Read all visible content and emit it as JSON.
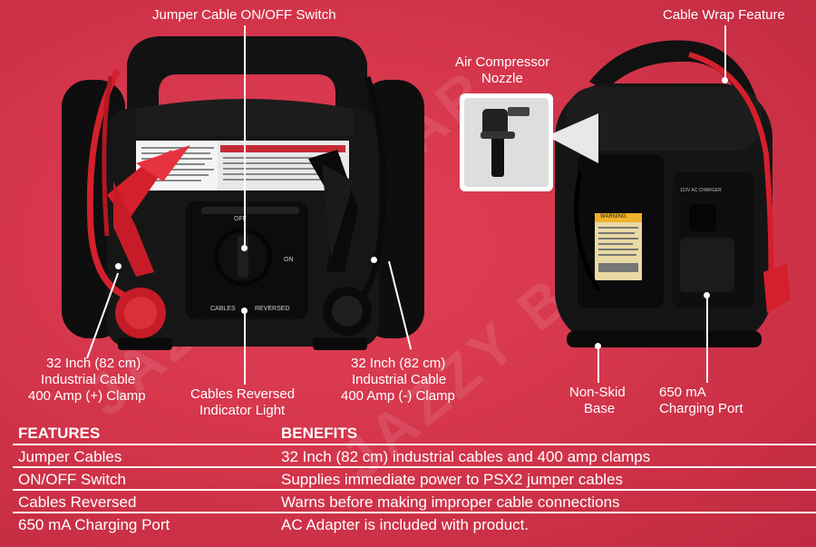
{
  "watermark": "JAZZY BAZZAR",
  "callouts": {
    "switch": "Jumper Cable ON/OFF Switch",
    "cable_wrap": "Cable Wrap Feature",
    "nozzle_line1": "Air Compressor",
    "nozzle_line2": "Nozzle",
    "pos_line1": "32 Inch (82 cm)",
    "pos_line2": "Industrial Cable",
    "pos_line3": "400 Amp (+) Clamp",
    "rev_line1": "Cables Reversed",
    "rev_line2": "Indicator Light",
    "neg_line1": "32 Inch (82 cm)",
    "neg_line2": "Industrial Cable",
    "neg_line3": "400 Amp (-) Clamp",
    "base_line1": "Non-Skid",
    "base_line2": "Base",
    "port_line1": "650 mA",
    "port_line2": "Charging Port"
  },
  "device_labels": {
    "off": "OFF",
    "on": "ON",
    "cables": "CABLES",
    "reversed": "REVERSED",
    "warning": "WARNING",
    "input": "110V AC CHARGER"
  },
  "table": {
    "headers": [
      "FEATURES",
      "BENEFITS"
    ],
    "rows": [
      [
        "Jumper Cables",
        "32 Inch (82 cm) industrial cables and 400 amp clamps"
      ],
      [
        "ON/OFF Switch",
        "Supplies immediate power to PSX2 jumper cables"
      ],
      [
        "Cables Reversed",
        "Warns before making improper cable connections"
      ],
      [
        "650 mA Charging Port",
        "AC Adapter is included with product."
      ]
    ]
  },
  "colors": {
    "background": "#d8374a",
    "device_body": "#141414",
    "clamp_red": "#d4202c",
    "text": "#ffffff"
  }
}
